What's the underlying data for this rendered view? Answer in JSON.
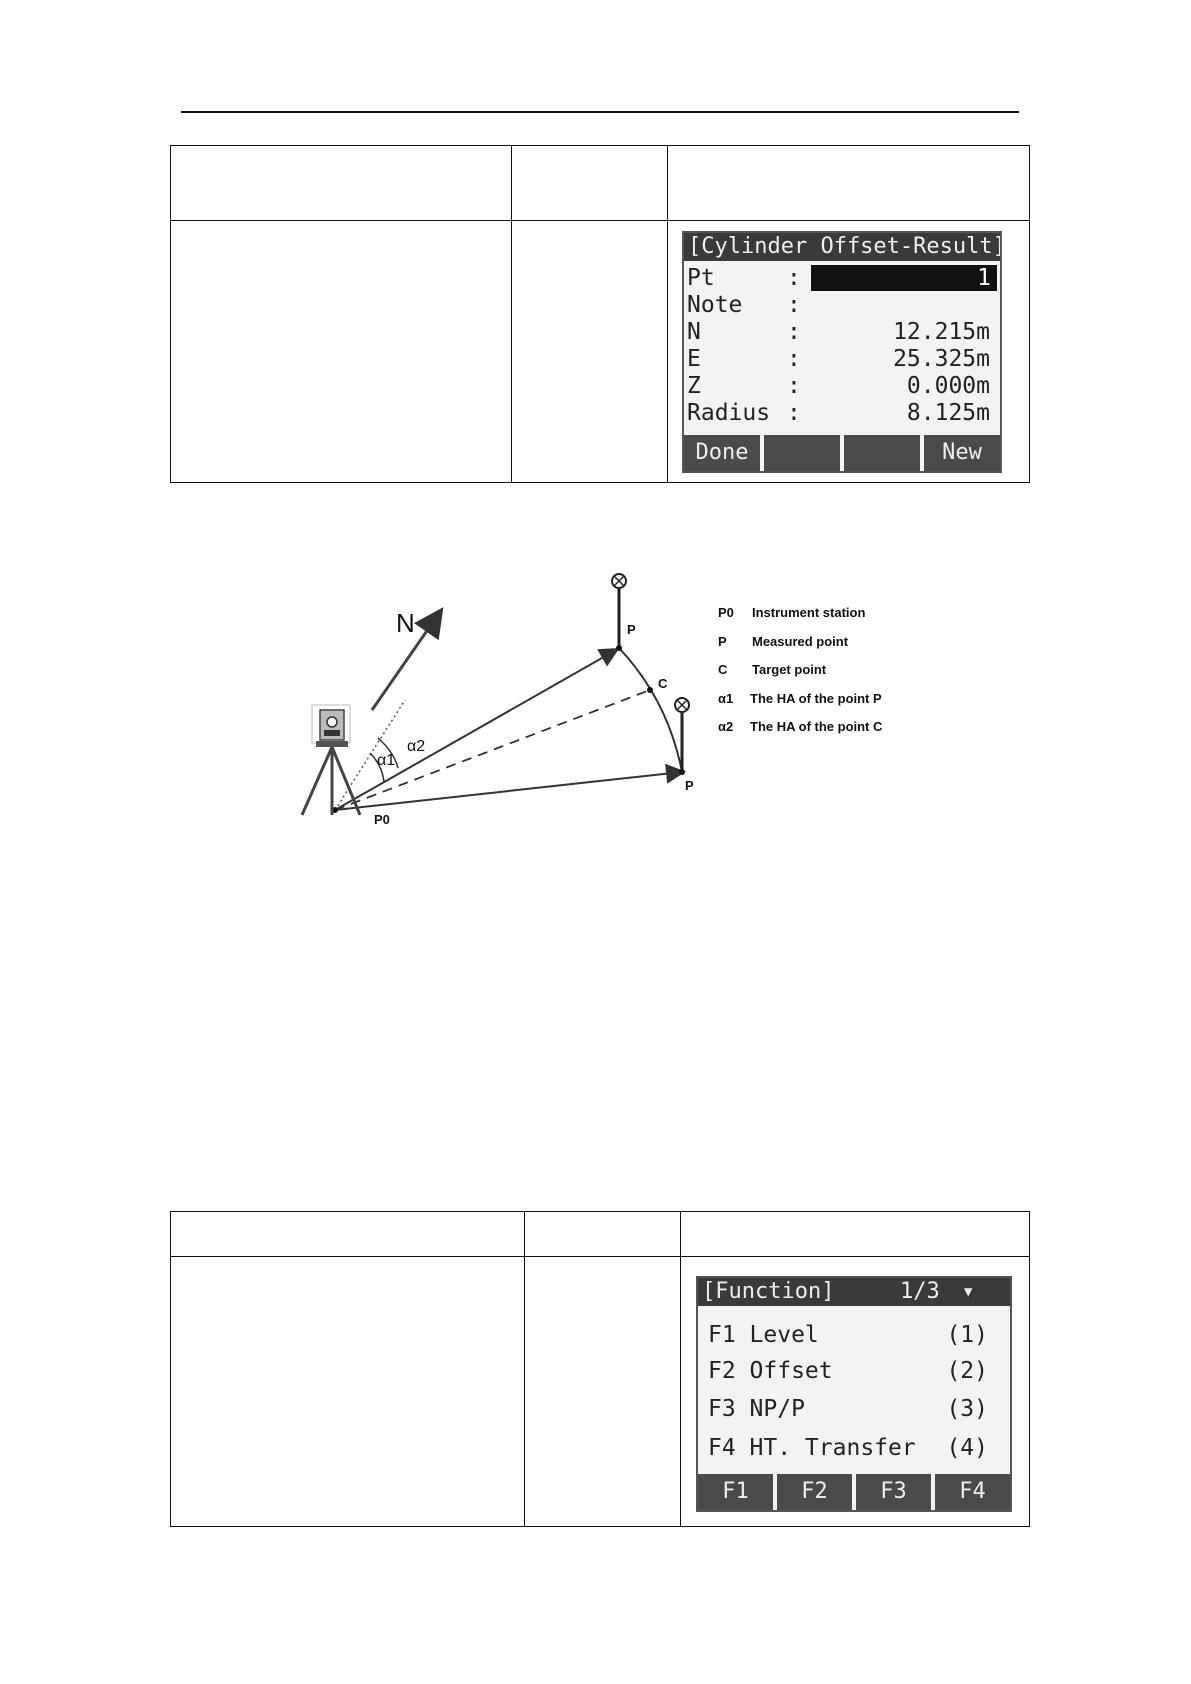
{
  "screen1": {
    "title": "[Cylinder Offset-Result]",
    "rows": [
      {
        "key": "Pt",
        "sep": ":",
        "value": "1"
      },
      {
        "key": "Note",
        "sep": ":",
        "value": ""
      },
      {
        "key": "N",
        "sep": ":",
        "value": "12.215m"
      },
      {
        "key": "E",
        "sep": ":",
        "value": "25.325m"
      },
      {
        "key": "Z",
        "sep": ":",
        "value": "0.000m"
      },
      {
        "key": "Radius",
        "sep": ":",
        "value": "8.125m"
      }
    ],
    "softkeys": [
      "Done",
      "",
      "",
      "New"
    ]
  },
  "diagram": {
    "north": "N",
    "labels": {
      "p_top": "P",
      "c": "C",
      "p_bottom": "P",
      "p0": "P0",
      "alpha1": "α1",
      "alpha2": "α2"
    },
    "legend": [
      {
        "sym": "P0",
        "text": "Instrument station"
      },
      {
        "sym": "P",
        "text": "Measured point"
      },
      {
        "sym": "C",
        "text": "Target point"
      },
      {
        "sym": "α1",
        "text": "The HA of the point P"
      },
      {
        "sym": "α2",
        "text": "The HA of the point C"
      }
    ]
  },
  "screen2": {
    "title": "[Function]",
    "page": "1/3",
    "rows": [
      {
        "key": "F1 Level",
        "value": "(1)"
      },
      {
        "key": "F2 Offset",
        "value": "(2)"
      },
      {
        "key": "F3 NP/P",
        "value": "(3)"
      },
      {
        "key": "F4 HT. Transfer",
        "value": "(4)"
      }
    ],
    "softkeys": [
      "F1",
      "F2",
      "F3",
      "F4"
    ]
  }
}
